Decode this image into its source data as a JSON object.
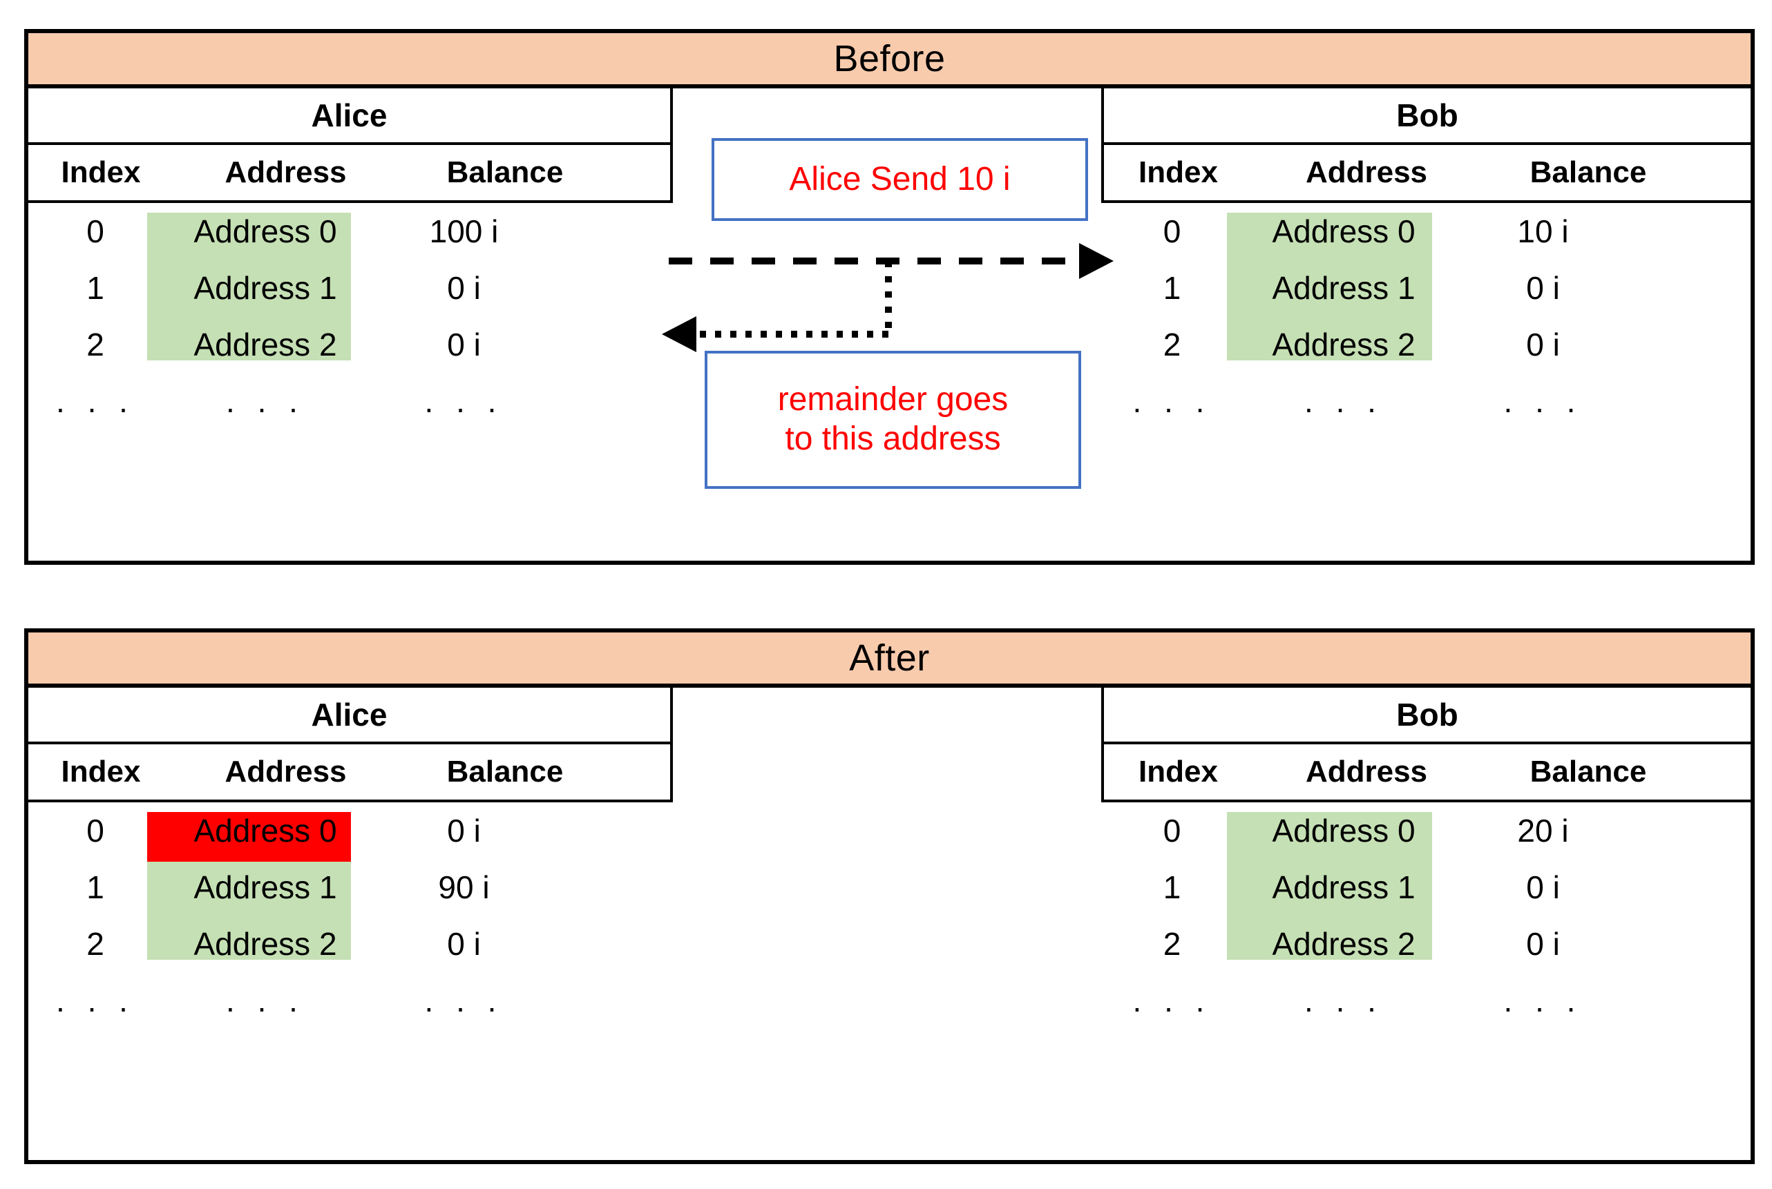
{
  "colors": {
    "band": "#F8CBAD",
    "highlight_green": "#C5E0B4",
    "highlight_red": "#FF0000",
    "callout_border": "#4472C4",
    "callout_text": "#FF0000",
    "border": "#000000"
  },
  "columns": [
    "Index",
    "Address",
    "Balance"
  ],
  "ellipsis": ". . .",
  "sections": [
    {
      "title": "Before",
      "left": {
        "party": "Alice",
        "columns": [
          "Index",
          "Address",
          "Balance"
        ],
        "rows": [
          {
            "index": "0",
            "address": "Address 0",
            "balance": "100 i",
            "highlight": "green"
          },
          {
            "index": "1",
            "address": "Address 1",
            "balance": "0 i",
            "highlight": "green"
          },
          {
            "index": "2",
            "address": "Address 2",
            "balance": "0 i",
            "highlight": "green"
          }
        ],
        "ellipsis_row": {
          "index": ". . .",
          "address": ". . .",
          "balance": ". . ."
        }
      },
      "right": {
        "party": "Bob",
        "columns": [
          "Index",
          "Address",
          "Balance"
        ],
        "rows": [
          {
            "index": "0",
            "address": "Address 0",
            "balance": "10 i",
            "highlight": "green"
          },
          {
            "index": "1",
            "address": "Address 1",
            "balance": "0 i",
            "highlight": "green"
          },
          {
            "index": "2",
            "address": "Address 2",
            "balance": "0 i",
            "highlight": "green"
          }
        ],
        "ellipsis_row": {
          "index": ". . .",
          "address": ". . .",
          "balance": ". . ."
        }
      },
      "callouts": [
        {
          "id": "send",
          "text": "Alice Send 10 i"
        },
        {
          "id": "remainder",
          "line1": "remainder goes",
          "line2": "to this address"
        }
      ],
      "arrows": [
        {
          "id": "send-arrow",
          "style": "dashed",
          "direction": "right",
          "label": "Alice sends to Bob"
        },
        {
          "id": "remainder-arrow",
          "style": "dotted",
          "direction": "left",
          "label": "remainder returns to Alice"
        }
      ]
    },
    {
      "title": "After",
      "left": {
        "party": "Alice",
        "columns": [
          "Index",
          "Address",
          "Balance"
        ],
        "rows": [
          {
            "index": "0",
            "address": "Address 0",
            "balance": "0 i",
            "highlight": "red"
          },
          {
            "index": "1",
            "address": "Address 1",
            "balance": "90 i",
            "highlight": "green"
          },
          {
            "index": "2",
            "address": "Address 2",
            "balance": "0 i",
            "highlight": "green"
          }
        ],
        "ellipsis_row": {
          "index": ". . .",
          "address": ". . .",
          "balance": ". . ."
        }
      },
      "right": {
        "party": "Bob",
        "columns": [
          "Index",
          "Address",
          "Balance"
        ],
        "rows": [
          {
            "index": "0",
            "address": "Address 0",
            "balance": "20 i",
            "highlight": "green"
          },
          {
            "index": "1",
            "address": "Address 1",
            "balance": "0 i",
            "highlight": "green"
          },
          {
            "index": "2",
            "address": "Address 2",
            "balance": "0 i",
            "highlight": "green"
          }
        ],
        "ellipsis_row": {
          "index": ". . .",
          "address": ". . .",
          "balance": ". . ."
        }
      },
      "callouts": [],
      "arrows": []
    }
  ]
}
